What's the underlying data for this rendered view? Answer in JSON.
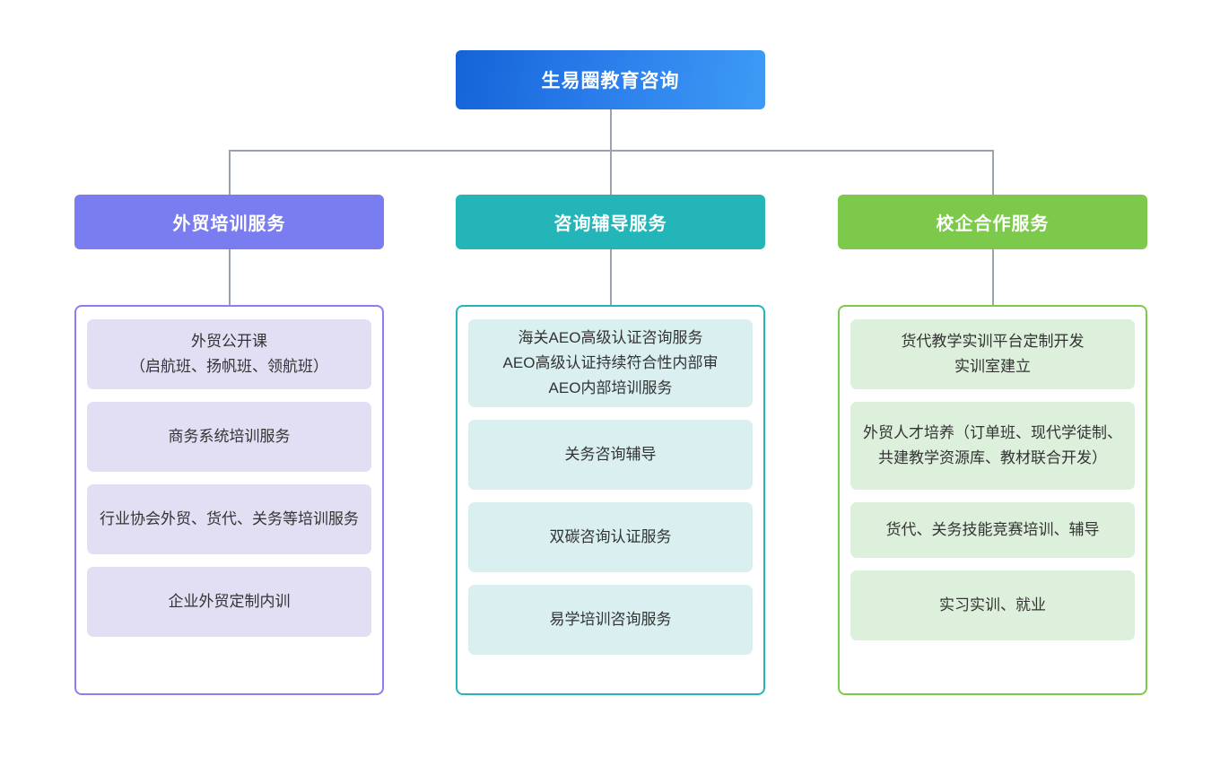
{
  "diagram": {
    "type": "organization-tree",
    "orientation": "top-down",
    "root": {
      "label": "生易圈教育咨询",
      "color": "#2a7cea"
    },
    "connector_color": "#9aa2ae",
    "branches": [
      {
        "label": "外贸培训服务",
        "color": "#797df0",
        "container_border": "#8a7ef2",
        "leaf_bg": "#e2dff4",
        "leaves": [
          {
            "label": "外贸公开课\n（启航班、扬帆班、领航班）"
          },
          {
            "label": "商务系统培训服务"
          },
          {
            "label": "行业协会外贸、货代、关务等培训服务"
          },
          {
            "label": "企业外贸定制内训"
          }
        ]
      },
      {
        "label": "咨询辅导服务",
        "color": "#23b5b7",
        "container_border": "#23b5b7",
        "leaf_bg": "#d9eff0",
        "leaves": [
          {
            "label": "海关AEO高级认证咨询服务\nAEO高级认证持续符合性内部审\nAEO内部培训服务"
          },
          {
            "label": "关务咨询辅导"
          },
          {
            "label": "双碳咨询认证服务"
          },
          {
            "label": "易学培训咨询服务"
          }
        ]
      },
      {
        "label": "校企合作服务",
        "color": "#7cc94b",
        "container_border": "#7cc94b",
        "leaf_bg": "#ddf0dc",
        "leaves": [
          {
            "label": "货代教学实训平台定制开发\n实训室建立"
          },
          {
            "label": "外贸人才培养（订单班、现代学徒制、共建教学资源库、教材联合开发）"
          },
          {
            "label": "货代、关务技能竞赛培训、辅导"
          },
          {
            "label": "实习实训、就业"
          }
        ]
      }
    ]
  }
}
